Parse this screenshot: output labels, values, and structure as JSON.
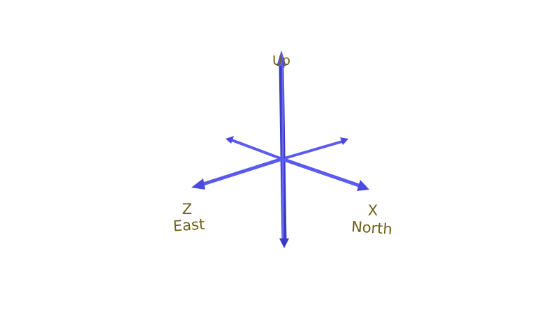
{
  "axes": {
    "up": {
      "label": "Up"
    },
    "x": {
      "letter": "X",
      "direction": "North"
    },
    "z": {
      "letter": "Z",
      "direction": "East"
    }
  },
  "colors": {
    "axis": "#5a5af0",
    "axis_dark": "#3b3bc4",
    "label": "#6b5f1a",
    "background": "#ffffff"
  }
}
